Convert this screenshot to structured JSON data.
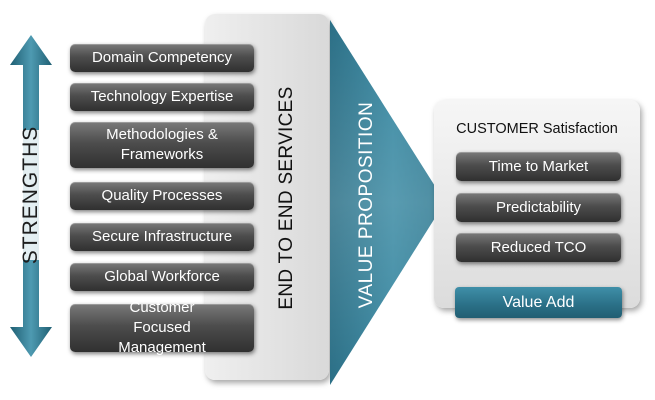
{
  "strengths": {
    "label": "STRENGTHS",
    "items": [
      "Domain Competency",
      "Technology Expertise",
      "Methodologies & Frameworks",
      "Quality Processes",
      "Secure Infrastructure",
      "Global Workforce",
      "Customer Focused Management"
    ]
  },
  "services": {
    "label": "END TO END SERVICES"
  },
  "value_proposition": {
    "label": "VALUE PROPOSITION"
  },
  "customer": {
    "title": "CUSTOMER Satisfaction",
    "items": [
      "Time to Market",
      "Predictability",
      "Reduced TCO"
    ],
    "value_add": "Value Add"
  },
  "colors": {
    "teal": "#2a6f86",
    "dark_box": "#3c3c3c",
    "panel": "#e2e2e2"
  }
}
